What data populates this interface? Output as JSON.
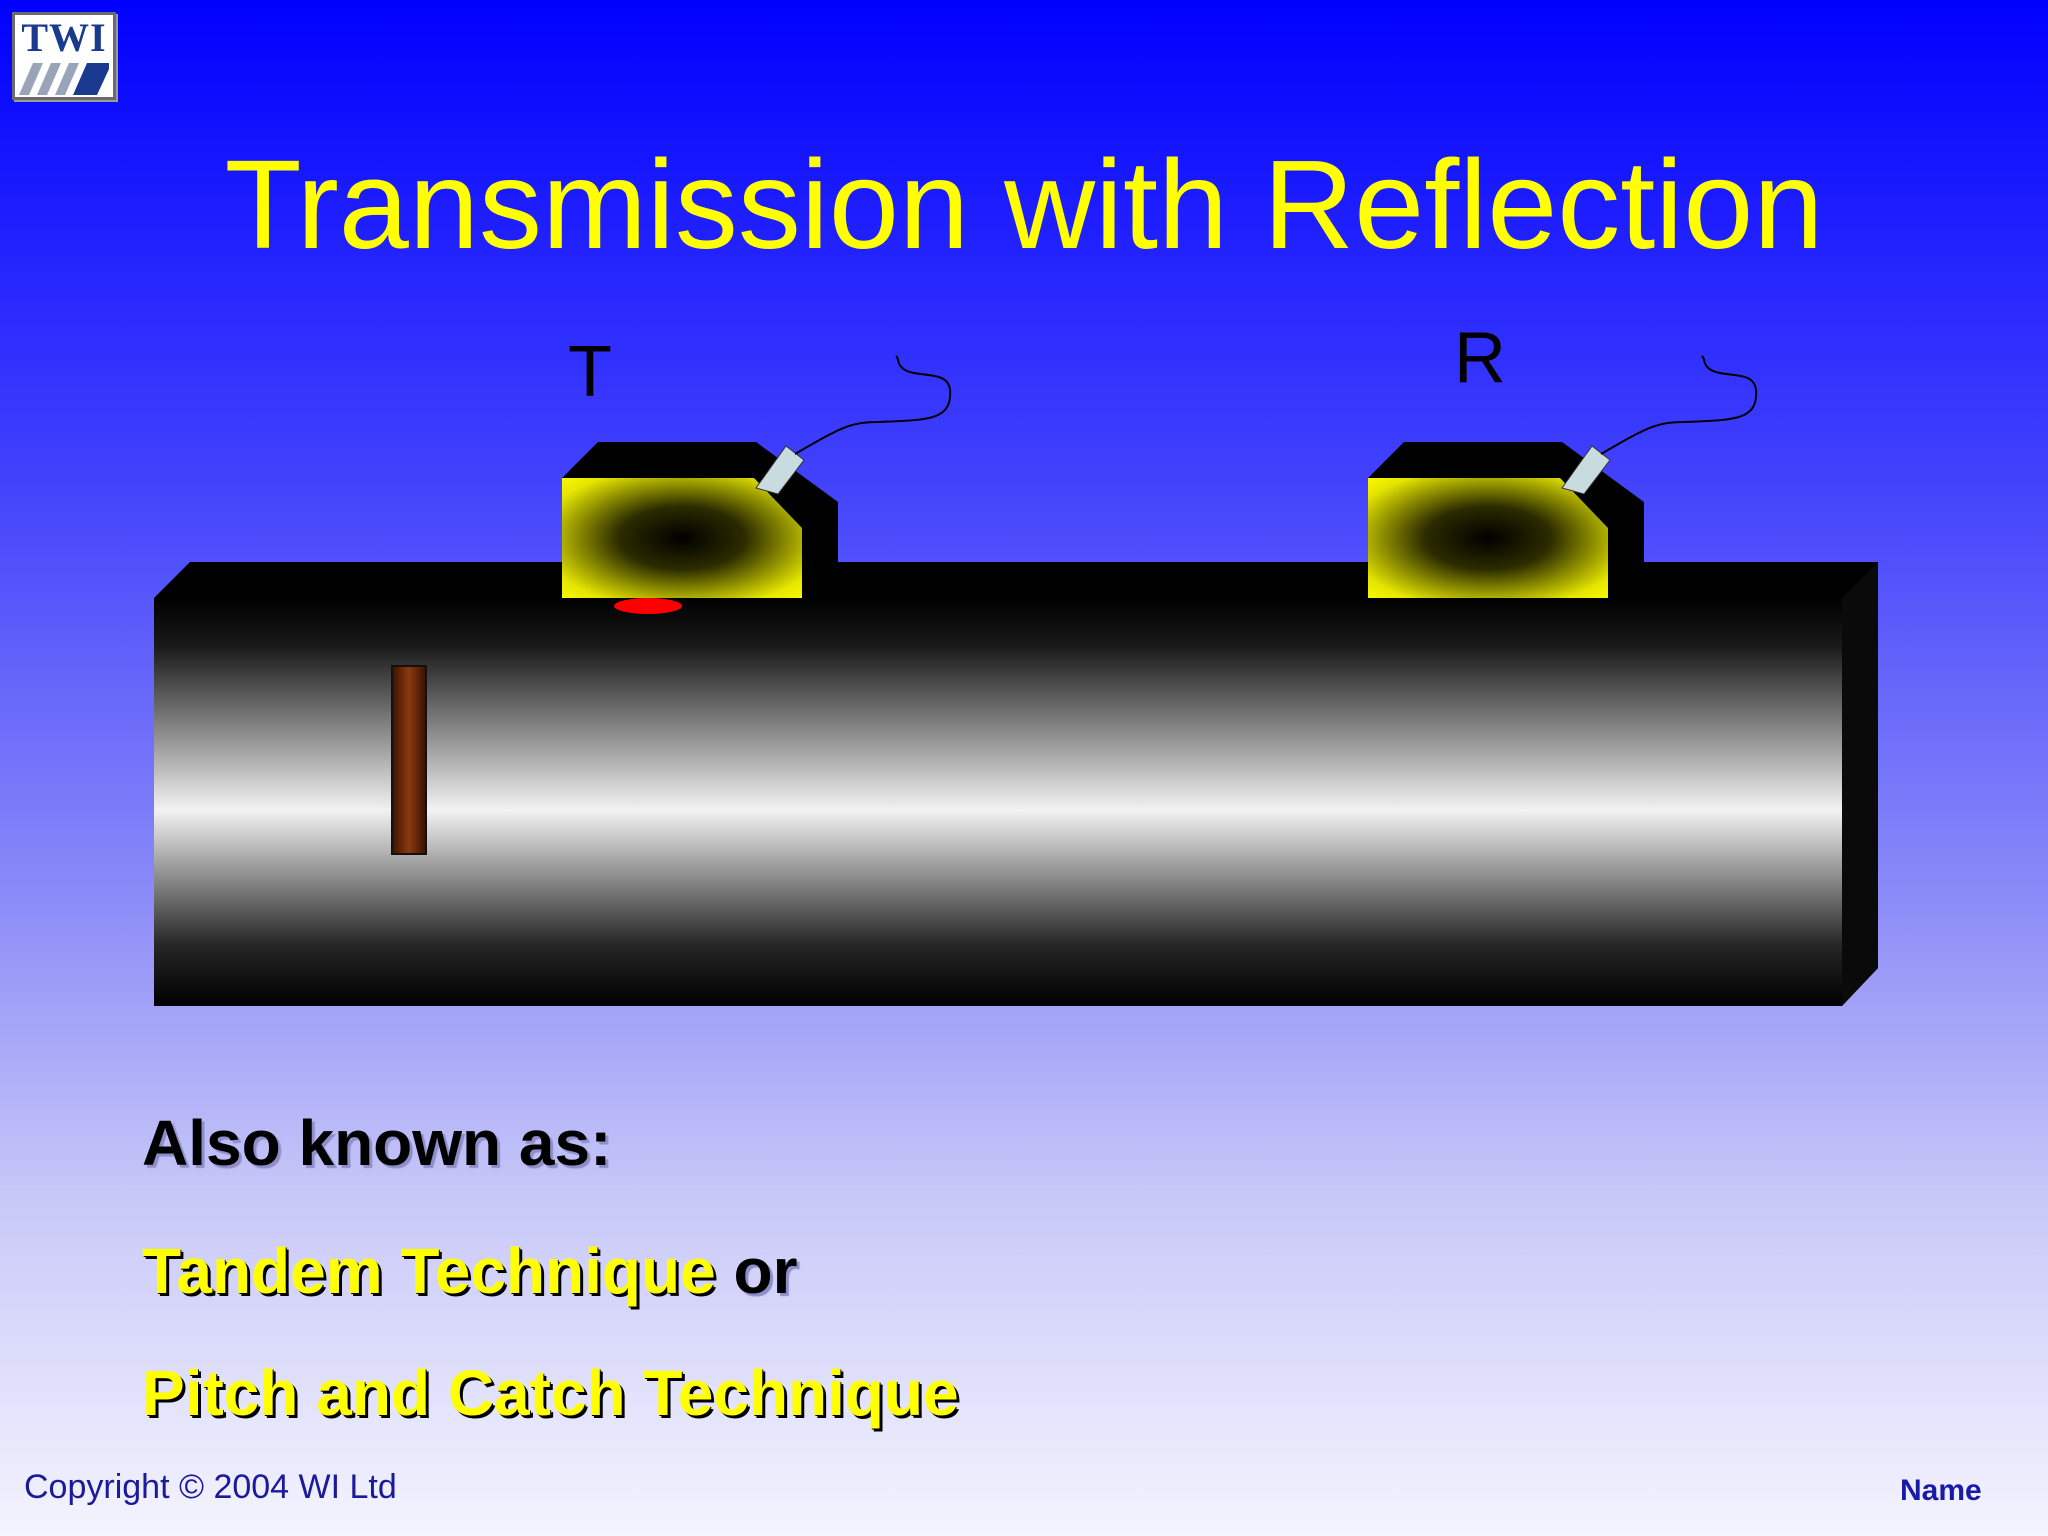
{
  "logo": {
    "text": "TWI"
  },
  "title": "Transmission with Reflection",
  "diagram": {
    "transmitter_label": "T",
    "receiver_label": "R"
  },
  "text": {
    "also_known_as": "Also known as:",
    "tandem": "Tandem Technique",
    "or": " or",
    "pitch_catch": "Pitch and Catch Technique"
  },
  "footer": {
    "copyright": "Copyright © 2004 WI Ltd",
    "name": "Name"
  },
  "colors": {
    "background_top": "#0000ff",
    "title": "#ffff00",
    "probe": "#ffff00",
    "defect": "#6b2408",
    "beam_spot": "#ff0000"
  }
}
